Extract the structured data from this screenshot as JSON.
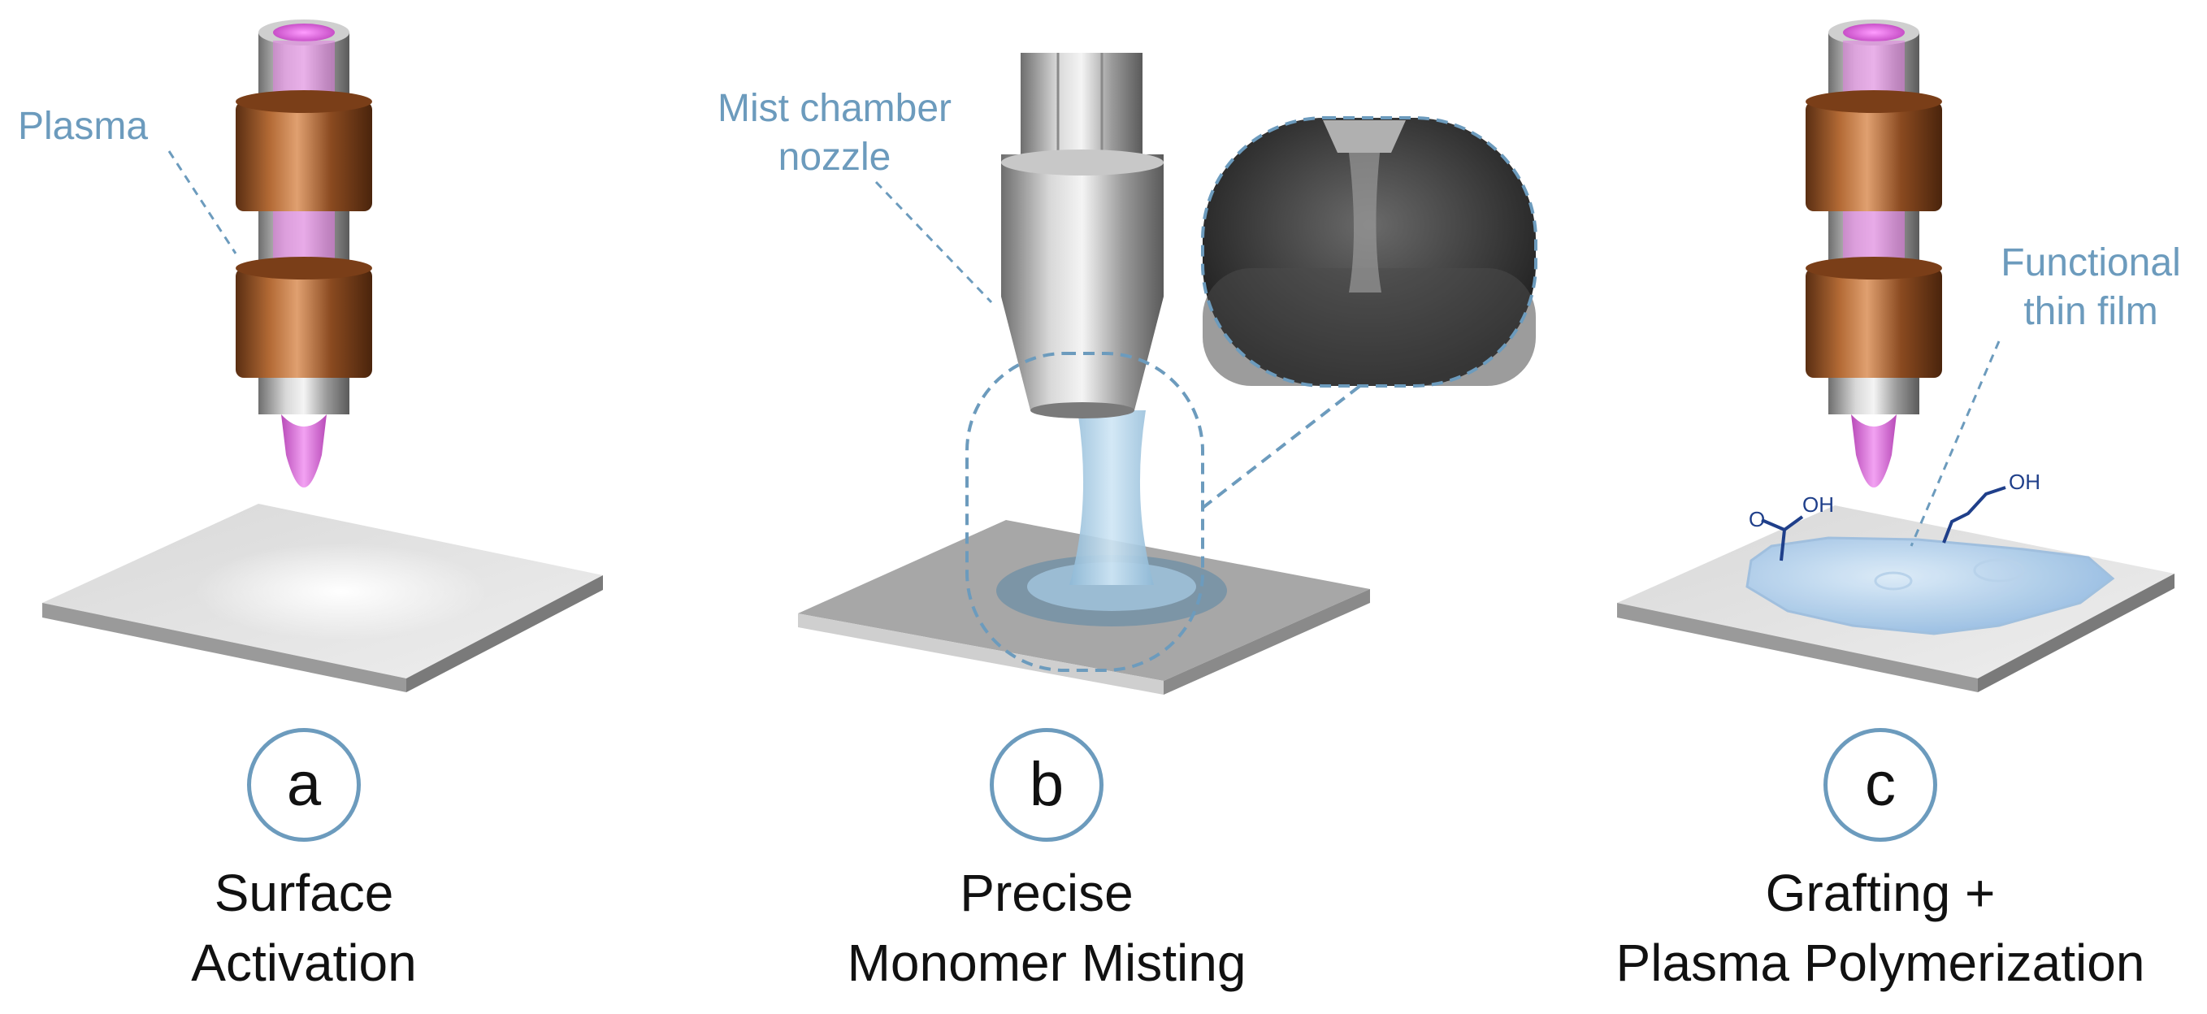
{
  "panels": [
    {
      "letter": "a",
      "caption_line1": "Surface",
      "caption_line2": "Activation",
      "callout": "Plasma"
    },
    {
      "letter": "b",
      "caption_line1": "Precise",
      "caption_line2": "Monomer Misting",
      "callout_line1": "Mist chamber",
      "callout_line2": "nozzle"
    },
    {
      "letter": "c",
      "caption_line1": "Grafting +",
      "caption_line2": "Plasma Polymerization",
      "callout_line1": "Functional",
      "callout_line2": "thin film",
      "chem_label_1": "O",
      "chem_label_2": "OH",
      "chem_label_3": "OH"
    }
  ],
  "colors": {
    "callout": "#6c9bbd",
    "plasma": "#e070e0",
    "copper": "#9a5a2e",
    "film": "#a9cbea",
    "chem": "#1f3f8a"
  }
}
